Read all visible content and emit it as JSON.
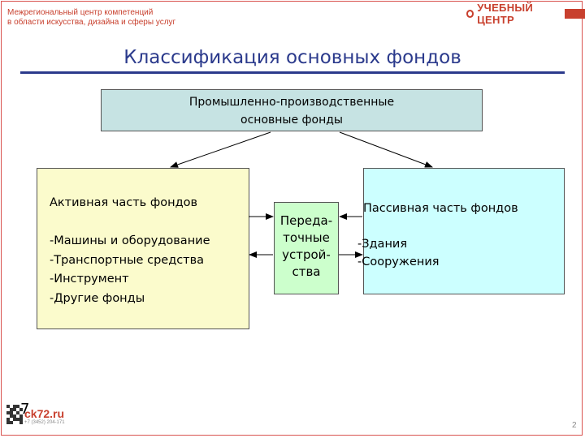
{
  "header": {
    "org_line1": "Межрегиональный центр компетенций",
    "org_line2": "в области искусства, дизайна и сферы услуг",
    "brand": "УЧЕБНЫЙ ЦЕНТР"
  },
  "title": "Классификация основных фондов",
  "top_box": {
    "line1": "Промышленно-производственные",
    "line2": "основные фонды"
  },
  "active": {
    "heading": "Активная часть фондов",
    "items": [
      "-Машины и оборудование",
      "-Транспортные средства",
      "-Инструмент",
      "-Другие фонды"
    ]
  },
  "passive": {
    "heading": "Пассивная часть фондов",
    "items": [
      "-Здания",
      "-Сооружения"
    ]
  },
  "transfer": {
    "lines": [
      "Переда-",
      "точные",
      "устрой-",
      "ства"
    ]
  },
  "footer": {
    "slide_number_overlay": "7",
    "site": "ck72.ru",
    "phone": "+7 (3452) 204-171",
    "page_number": "2"
  },
  "colors": {
    "accent_red": "#c8402e",
    "title_blue": "#2b3a8c",
    "top_box": "#c6e3e3",
    "active_box": "#fbfbcc",
    "passive_box": "#ccffff",
    "transfer_box": "#ccffcc"
  }
}
